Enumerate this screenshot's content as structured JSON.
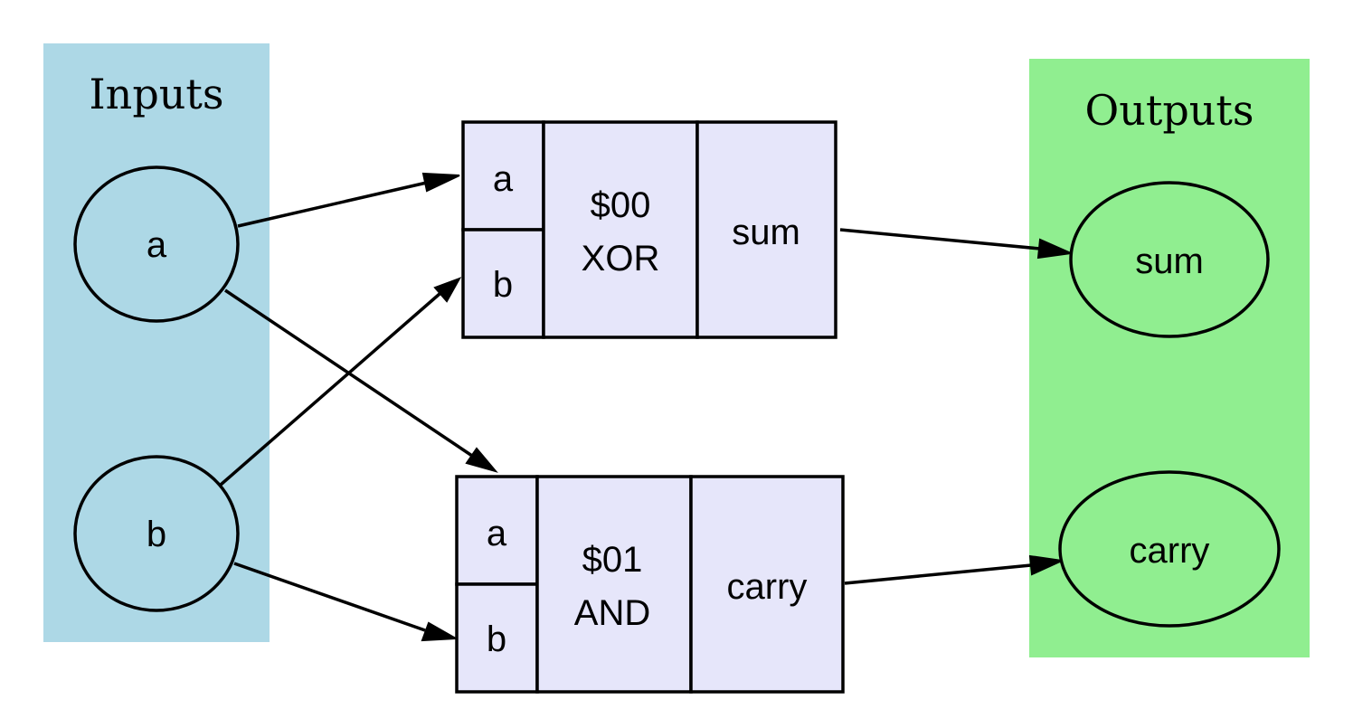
{
  "clusters": {
    "inputs": {
      "label": "Inputs",
      "color": "#add8e6"
    },
    "outputs": {
      "label": "Outputs",
      "color": "#90ee90"
    }
  },
  "input_nodes": [
    {
      "id": "a",
      "label": "a"
    },
    {
      "id": "b",
      "label": "b"
    }
  ],
  "output_nodes": [
    {
      "id": "sum",
      "label": "sum"
    },
    {
      "id": "carry",
      "label": "carry"
    }
  ],
  "gates": [
    {
      "id": "xor",
      "in_a": "a",
      "in_b": "b",
      "addr": "$00",
      "op": "XOR",
      "out": "sum"
    },
    {
      "id": "and",
      "in_a": "a",
      "in_b": "b",
      "addr": "$01",
      "op": "AND",
      "out": "carry"
    }
  ],
  "edges": [
    {
      "from": "a",
      "to": "xor.a"
    },
    {
      "from": "b",
      "to": "xor.b"
    },
    {
      "from": "a",
      "to": "and"
    },
    {
      "from": "b",
      "to": "and.b"
    },
    {
      "from": "xor.sum",
      "to": "sum"
    },
    {
      "from": "and.carry",
      "to": "carry"
    }
  ],
  "colors": {
    "gate_fill": "#e6e6fa",
    "stroke": "#000000"
  }
}
